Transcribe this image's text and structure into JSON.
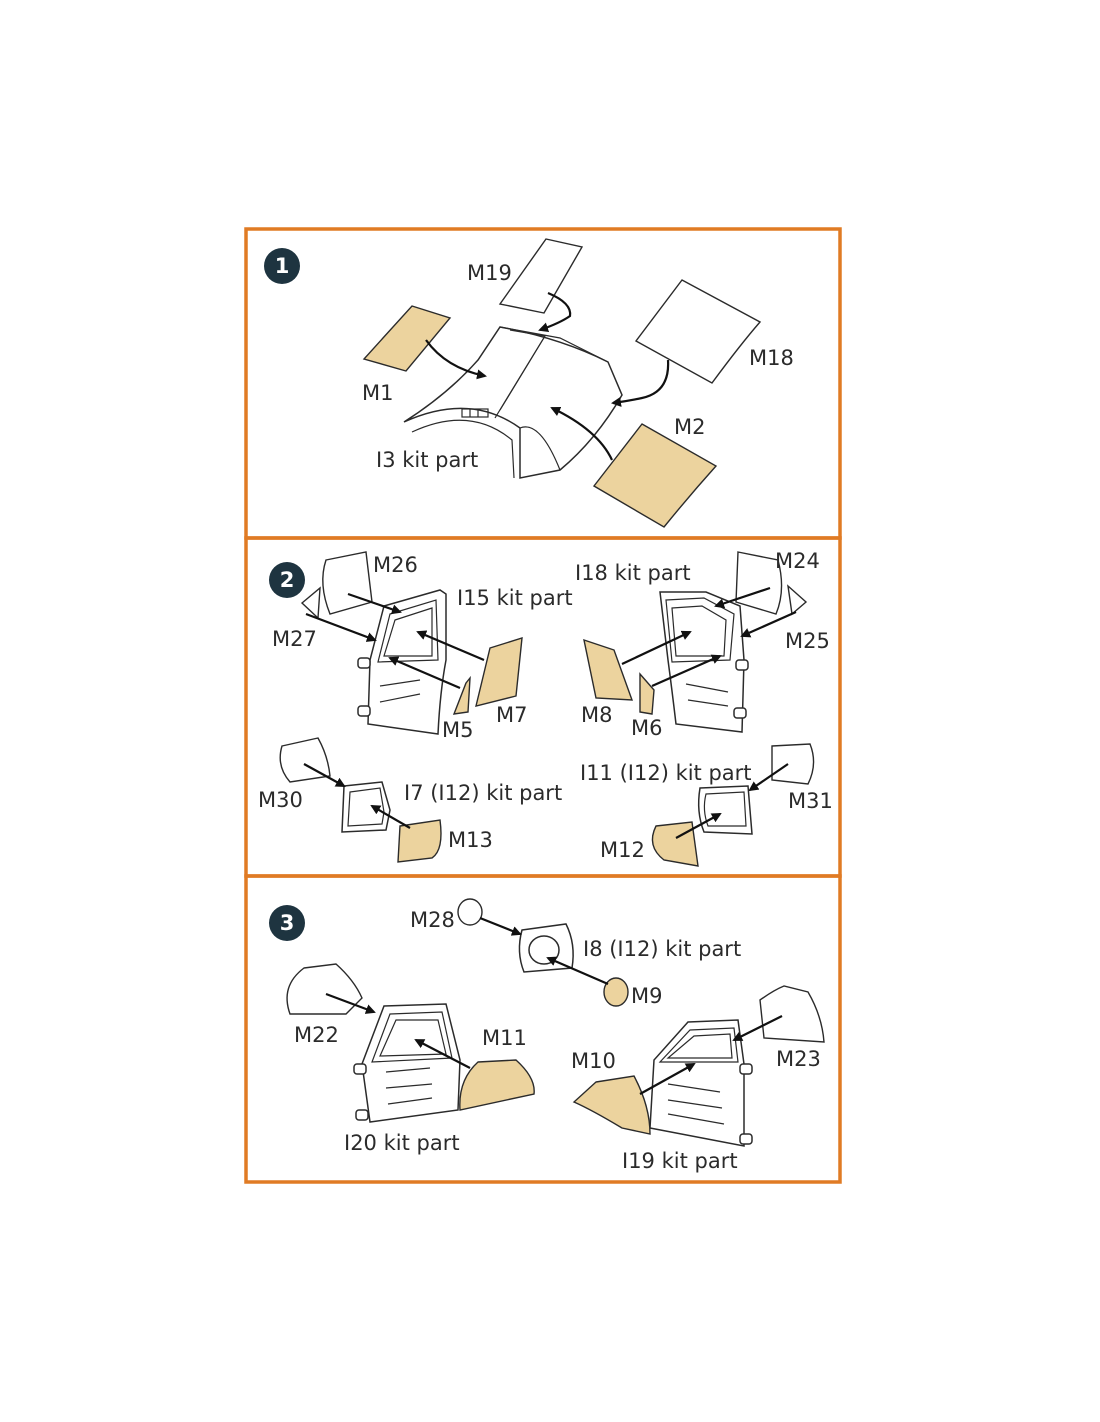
{
  "colors": {
    "frame": "#e07b24",
    "badge": "#1e3440",
    "mask_fill": "#ecd39e",
    "line": "#2b2b2b"
  },
  "steps": [
    {
      "number": "1",
      "labels": {
        "m19": "M19",
        "m18": "M18",
        "m1": "M1",
        "m2": "M2",
        "kit": "I3 kit part"
      }
    },
    {
      "number": "2",
      "labels": {
        "m26": "M26",
        "m27": "M27",
        "kit_i15": "I15 kit part",
        "m5": "M5",
        "m7": "M7",
        "kit_i18": "I18 kit part",
        "m24": "M24",
        "m25": "M25",
        "m8": "M8",
        "m6": "M6",
        "m30": "M30",
        "kit_i7": "I7 (I12) kit part",
        "m13": "M13",
        "kit_i11": "I11 (I12) kit part",
        "m31": "M31",
        "m12": "M12"
      }
    },
    {
      "number": "3",
      "labels": {
        "m28": "M28",
        "kit_i8": "I8 (I12) kit part",
        "m9": "M9",
        "m22": "M22",
        "m11": "M11",
        "kit_i20": "I20 kit part",
        "m10": "M10",
        "m23": "M23",
        "kit_i19": "I19 kit part"
      }
    }
  ]
}
